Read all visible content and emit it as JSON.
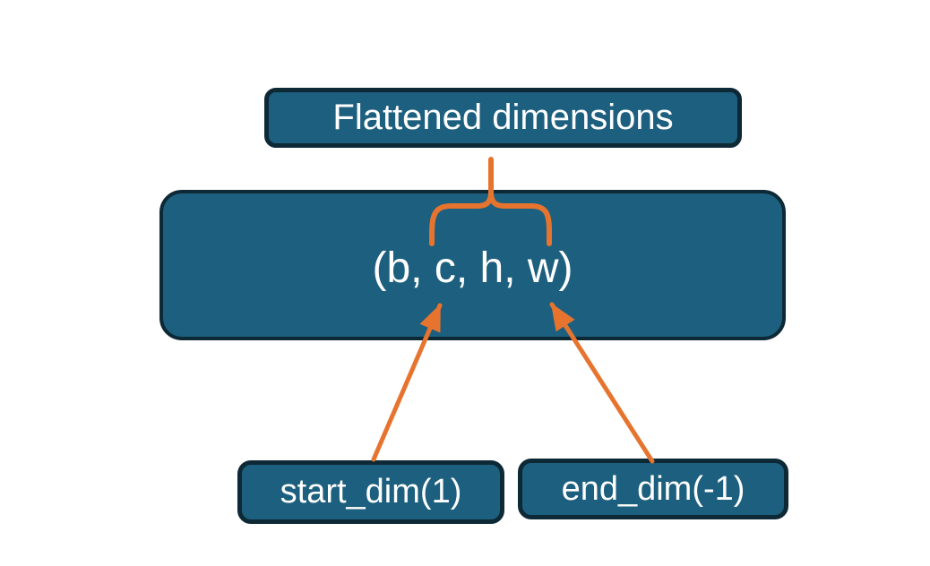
{
  "diagram": {
    "top_box": {
      "label": "Flattened dimensions"
    },
    "main_box": {
      "label": "(b, c, h, w)"
    },
    "start_box": {
      "label": "start_dim(1)"
    },
    "end_box": {
      "label": "end_dim(-1)"
    }
  },
  "colors": {
    "box-fill": "#1d5f7e",
    "box-border": "#0e2936",
    "accent-orange": "#e6742f",
    "text-color": "#ffffff",
    "page-bg": "#ffffff"
  }
}
